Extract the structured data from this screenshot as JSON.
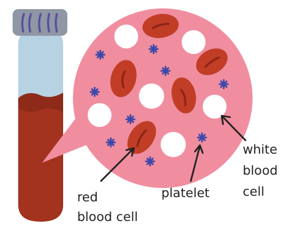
{
  "labels": {
    "red_line1": "red",
    "red_line2": "blood cell",
    "platelet": "platelet",
    "white_line1": "white",
    "white_line2": "blood",
    "white_line3": "cell"
  },
  "colors": {
    "tube_cap": "#8f97a4",
    "tube_cap_lines": "#5b4ea0",
    "tube_glass": "#b7d2e2",
    "blood": "#a3321f",
    "blood_dark": "#7c2414",
    "bubble": "#f08ea0",
    "red_cell": "#c13d26",
    "red_cell_center": "#8c2515",
    "white_cell": "#ffffff",
    "platelet": "#3e47a8",
    "arrow": "#222222"
  },
  "icons": [
    "test-tube-icon",
    "red-blood-cell-icon",
    "white-blood-cell-icon",
    "platelet-icon",
    "arrow-icon"
  ]
}
